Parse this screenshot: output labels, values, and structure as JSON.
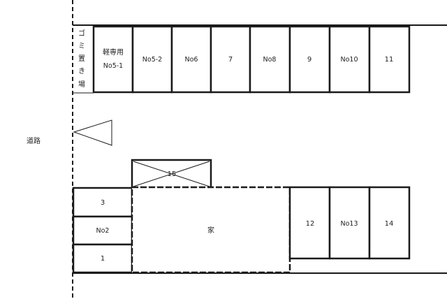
{
  "road_label": "道路",
  "garbage_label_chars": [
    "ゴ",
    "ミ",
    "置",
    "き",
    "場"
  ],
  "top_row": [
    {
      "lines": [
        "軽専用",
        "No5-1"
      ]
    },
    {
      "lines": [
        "No5-2"
      ]
    },
    {
      "lines": [
        "No6"
      ]
    },
    {
      "lines": [
        "7"
      ]
    },
    {
      "lines": [
        "No8"
      ]
    },
    {
      "lines": [
        "9"
      ]
    },
    {
      "lines": [
        "No10"
      ]
    },
    {
      "lines": [
        "11"
      ]
    }
  ],
  "left_column": [
    "3",
    "No2",
    "1"
  ],
  "house_label": "家",
  "crossed_space": "15",
  "right_row": [
    "12",
    "No13",
    "14"
  ]
}
